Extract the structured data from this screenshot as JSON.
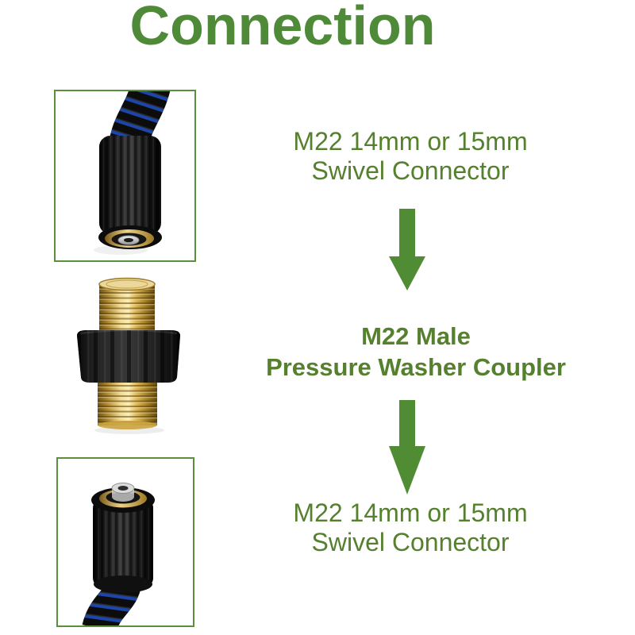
{
  "title": "Connection",
  "colors": {
    "title_green": "#4e8a38",
    "label_green": "#55802d",
    "arrow_green": "#4f8c34",
    "photo_border_green": "#5a8f3e",
    "brass": "#e8c96e",
    "connector_black": "#1a1a1a",
    "hose_blue": "#1c46aa"
  },
  "flow": {
    "step1": {
      "label_line1": "M22 14mm or 15mm",
      "label_line2": "Swivel Connector",
      "photo": "hose-swivel-connector-end-facing-down"
    },
    "step2": {
      "label_line1": "M22 Male",
      "label_line2": "Pressure Washer Coupler",
      "photo": "m22-male-brass-coupler"
    },
    "step3": {
      "label_line1": "M22 14mm or 15mm",
      "label_line2": "Swivel Connector",
      "photo": "hose-swivel-connector-end-facing-up"
    }
  },
  "icons": {
    "arrow_top": "down-arrow",
    "arrow_bottom": "down-arrow"
  }
}
